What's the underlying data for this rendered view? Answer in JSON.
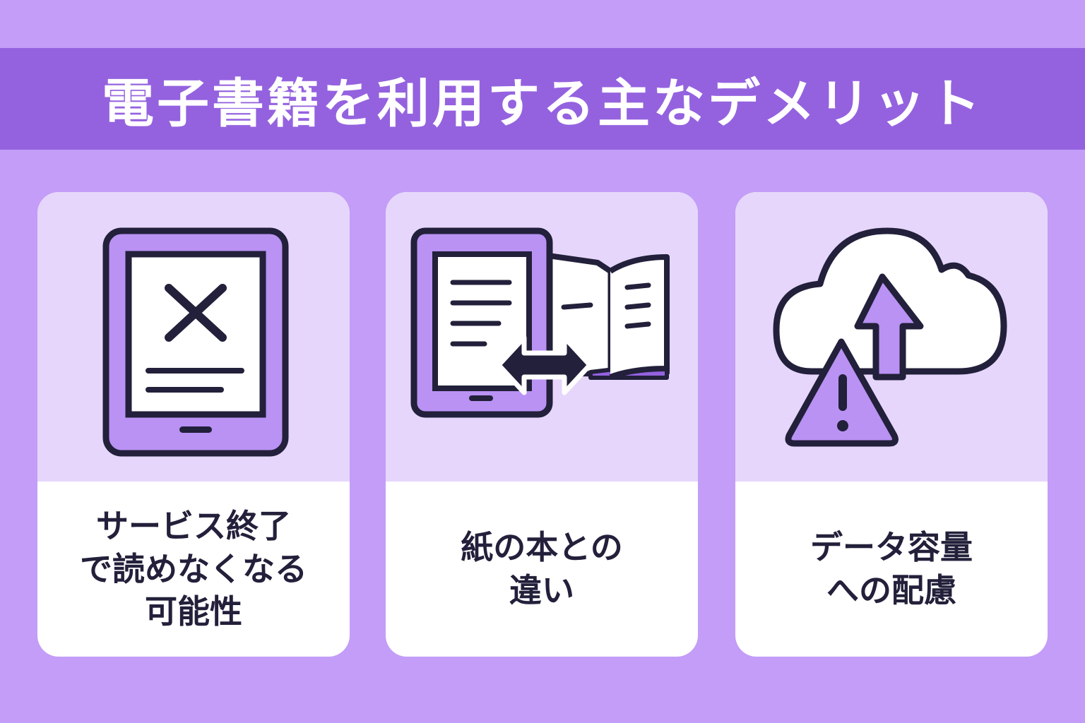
{
  "title": "電子書籍を利用する主なデメリット",
  "cards": [
    {
      "icon": "ereader-error-icon",
      "lines": [
        "サービス終了",
        "で読めなくなる",
        "可能性"
      ]
    },
    {
      "icon": "ereader-vs-book-icon",
      "lines": [
        "紙の本との",
        "違い"
      ]
    },
    {
      "icon": "cloud-upload-warning-icon",
      "lines": [
        "データ容量",
        "への配慮"
      ]
    }
  ],
  "colors": {
    "background": "#c39df7",
    "title_band": "#9462df",
    "card_top": "#e6d6fb",
    "icon_fill": "#b992f3",
    "outline": "#22203a"
  }
}
